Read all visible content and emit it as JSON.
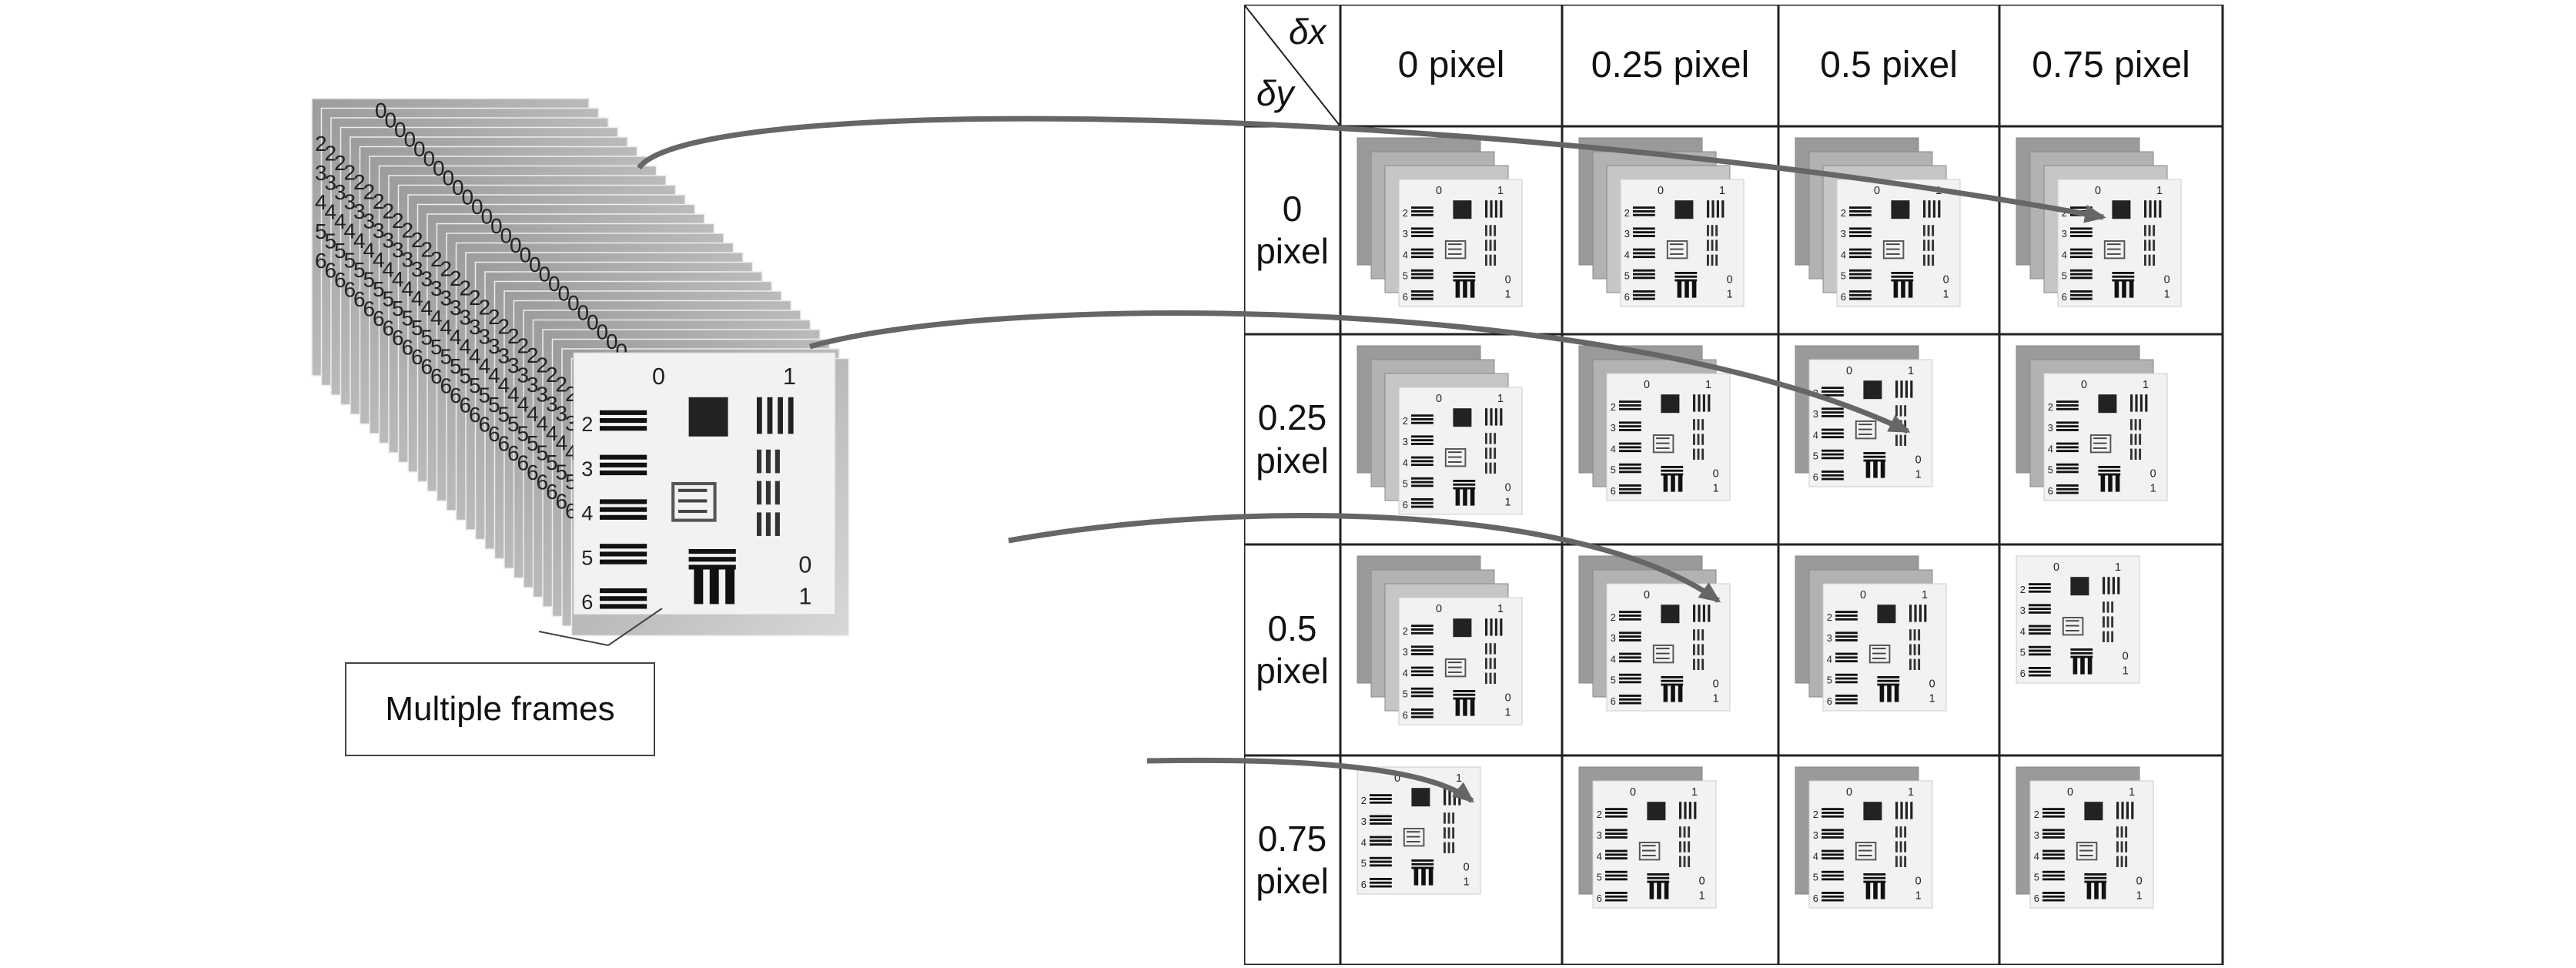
{
  "header": {
    "dx_symbol": "δx",
    "dy_symbol": "δy",
    "columns": [
      "0 pixel",
      "0.25 pixel",
      "0.5 pixel",
      "0.75 pixel"
    ]
  },
  "rows": [
    {
      "line1": "0",
      "line2": "pixel"
    },
    {
      "line1": "0.25",
      "line2": "pixel"
    },
    {
      "line1": "0.5",
      "line2": "pixel"
    },
    {
      "line1": "0.75",
      "line2": "pixel"
    }
  ],
  "callout": {
    "label": "Multiple frames"
  },
  "target_labels": {
    "group_numbers": [
      "2",
      "3",
      "4",
      "5",
      "6"
    ],
    "top_numbers": [
      "0",
      "1"
    ],
    "corner_numbers": [
      "0",
      "1"
    ]
  },
  "frame_counts": [
    [
      4,
      4,
      4,
      4
    ],
    [
      4,
      3,
      2,
      3
    ],
    [
      4,
      3,
      3,
      1
    ],
    [
      1,
      2,
      2,
      2
    ]
  ],
  "colors": {
    "line": "#222222",
    "arrow": "#666666",
    "frame_gray": "#b8b8b8",
    "target_bg": "#f2f2f2"
  }
}
